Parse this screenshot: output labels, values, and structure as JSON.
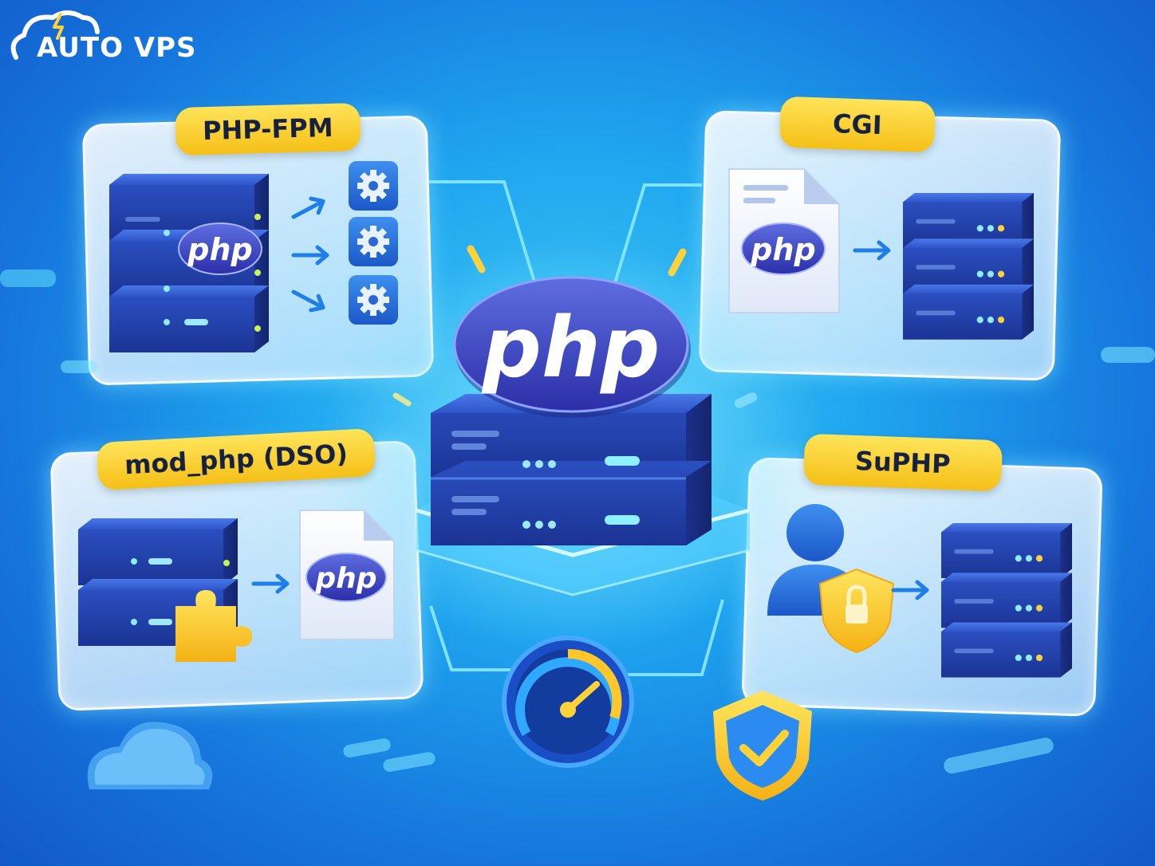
{
  "logo": {
    "text": "AUTO VPS",
    "icon": "cloud-bolt-icon"
  },
  "center": {
    "badge": "php",
    "icons": [
      "server-stack-icon",
      "speedometer-icon",
      "shield-check-icon",
      "cloud-icon"
    ]
  },
  "panels": [
    {
      "id": "php-fpm",
      "title": "PHP-FPM",
      "badge": "php",
      "icons": [
        "server-stack-icon",
        "gear-icon",
        "gear-icon",
        "gear-icon"
      ]
    },
    {
      "id": "cgi",
      "title": "CGI",
      "badge": "php",
      "icons": [
        "document-icon",
        "server-stack-icon"
      ]
    },
    {
      "id": "mod-php",
      "title": "mod_php (DSO)",
      "badge": "php",
      "icons": [
        "server-stack-icon",
        "puzzle-piece-icon",
        "document-icon"
      ]
    },
    {
      "id": "suphp",
      "title": "SuPHP",
      "icons": [
        "user-icon",
        "lock-shield-icon",
        "server-stack-icon"
      ]
    }
  ],
  "colors": {
    "background": "#1fa6ef",
    "server": "#2444b0",
    "php_badge": "#3f3fc4",
    "tag": "#f8c81f",
    "accent_yellow": "#ffd23a",
    "glow": "#7fe3ff"
  }
}
